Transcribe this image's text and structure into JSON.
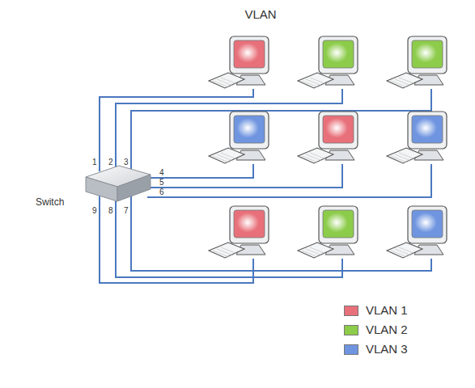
{
  "diagram": {
    "title": "VLAN",
    "nodes": [
      {
        "text": [
          "Switch"
        ]
      }
    ],
    "labels": [
      "1",
      "2",
      "3",
      "4",
      "5",
      "6",
      "9",
      "8",
      "7"
    ],
    "legend": [
      {
        "text": "VLAN 1",
        "color": "#e8707a"
      },
      {
        "text": "VLAN 2",
        "color": "#8ccc4a"
      },
      {
        "text": "VLAN 3",
        "color": "#6f95e0"
      }
    ]
  }
}
